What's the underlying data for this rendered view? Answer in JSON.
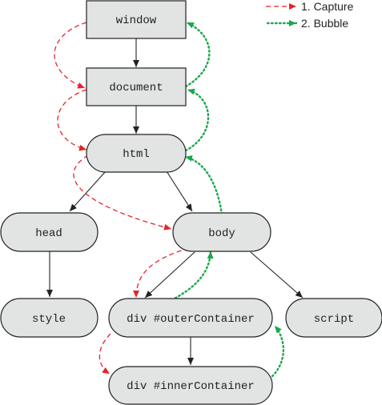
{
  "legend": {
    "capture_label": "1. Capture",
    "bubble_label": "2. Bubble",
    "capture_color": "#e8232a",
    "bubble_color": "#1aa84c"
  },
  "nodes": {
    "window": "window",
    "document": "document",
    "html": "html",
    "head": "head",
    "body": "body",
    "style": "style",
    "outer": "div #outerContainer",
    "script": "script",
    "inner": "div #innerContainer"
  },
  "colors": {
    "node_fill": "#e2e3e3",
    "node_stroke": "#222222"
  }
}
